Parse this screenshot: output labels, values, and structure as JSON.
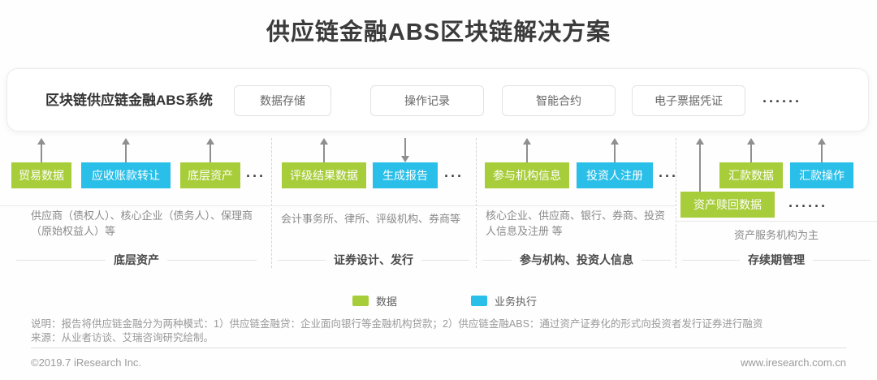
{
  "title": "供应链金融ABS区块链解决方案",
  "colors": {
    "data_green": "#a8cd3a",
    "exec_blue": "#29bfe8",
    "arrow_gray": "#8f8f8f"
  },
  "system_bar": {
    "label": "区块链供应链金融ABS系统",
    "modules": {
      "m0": "数据存储",
      "m1": "操作记录",
      "m2": "智能合约",
      "m3": "电子票据凭证"
    },
    "ellipsis": "······"
  },
  "groups": [
    {
      "label": "底层资产",
      "description": "供应商（债权人）、核心企业（债务人）、保理商（原始权益人）等",
      "chips": [
        {
          "label": "贸易数据",
          "type": "数据",
          "arrow": "up"
        },
        {
          "label": "应收账款转让",
          "type": "业务执行",
          "arrow": "up"
        },
        {
          "label": "底层资产",
          "type": "数据",
          "arrow": "up"
        }
      ],
      "ellipsis": "···"
    },
    {
      "label": "证券设计、发行",
      "description": "会计事务所、律所、评级机构、券商等",
      "chips": [
        {
          "label": "评级结果数据",
          "type": "数据",
          "arrow": "up"
        },
        {
          "label": "生成报告",
          "type": "业务执行",
          "arrow": "down"
        }
      ],
      "ellipsis": "···"
    },
    {
      "label": "参与机构、投资人信息",
      "description": "核心企业、供应商、银行、券商、投资人信息及注册 等",
      "chips": [
        {
          "label": "参与机构信息",
          "type": "数据",
          "arrow": "up"
        },
        {
          "label": "投资人注册",
          "type": "业务执行",
          "arrow": "up"
        }
      ],
      "ellipsis": "···"
    },
    {
      "label": "存续期管理",
      "description": "资产服务机构为主",
      "chips": [
        {
          "label": "汇款数据",
          "type": "数据",
          "arrow": "up"
        },
        {
          "label": "汇款操作",
          "type": "业务执行",
          "arrow": "up"
        },
        {
          "label": "资产赎回数据",
          "type": "数据",
          "arrow": "up-long"
        }
      ],
      "ellipsis": "······"
    }
  ],
  "legend": {
    "data": {
      "label": "数据",
      "color": "#a8cd3a"
    },
    "exec": {
      "label": "业务执行",
      "color": "#29bfe8"
    }
  },
  "notes": {
    "line1": "说明：报告将供应链金融分为两种模式：1）供应链金融贷：企业面向银行等金融机构贷款；2）供应链金融ABS：通过资产证券化的形式向投资者发行证券进行融资",
    "line2": "来源：从业者访谈、艾瑞咨询研究绘制。"
  },
  "footer": {
    "copyright": "©2019.7 iResearch Inc.",
    "website": "www.iresearch.com.cn"
  }
}
